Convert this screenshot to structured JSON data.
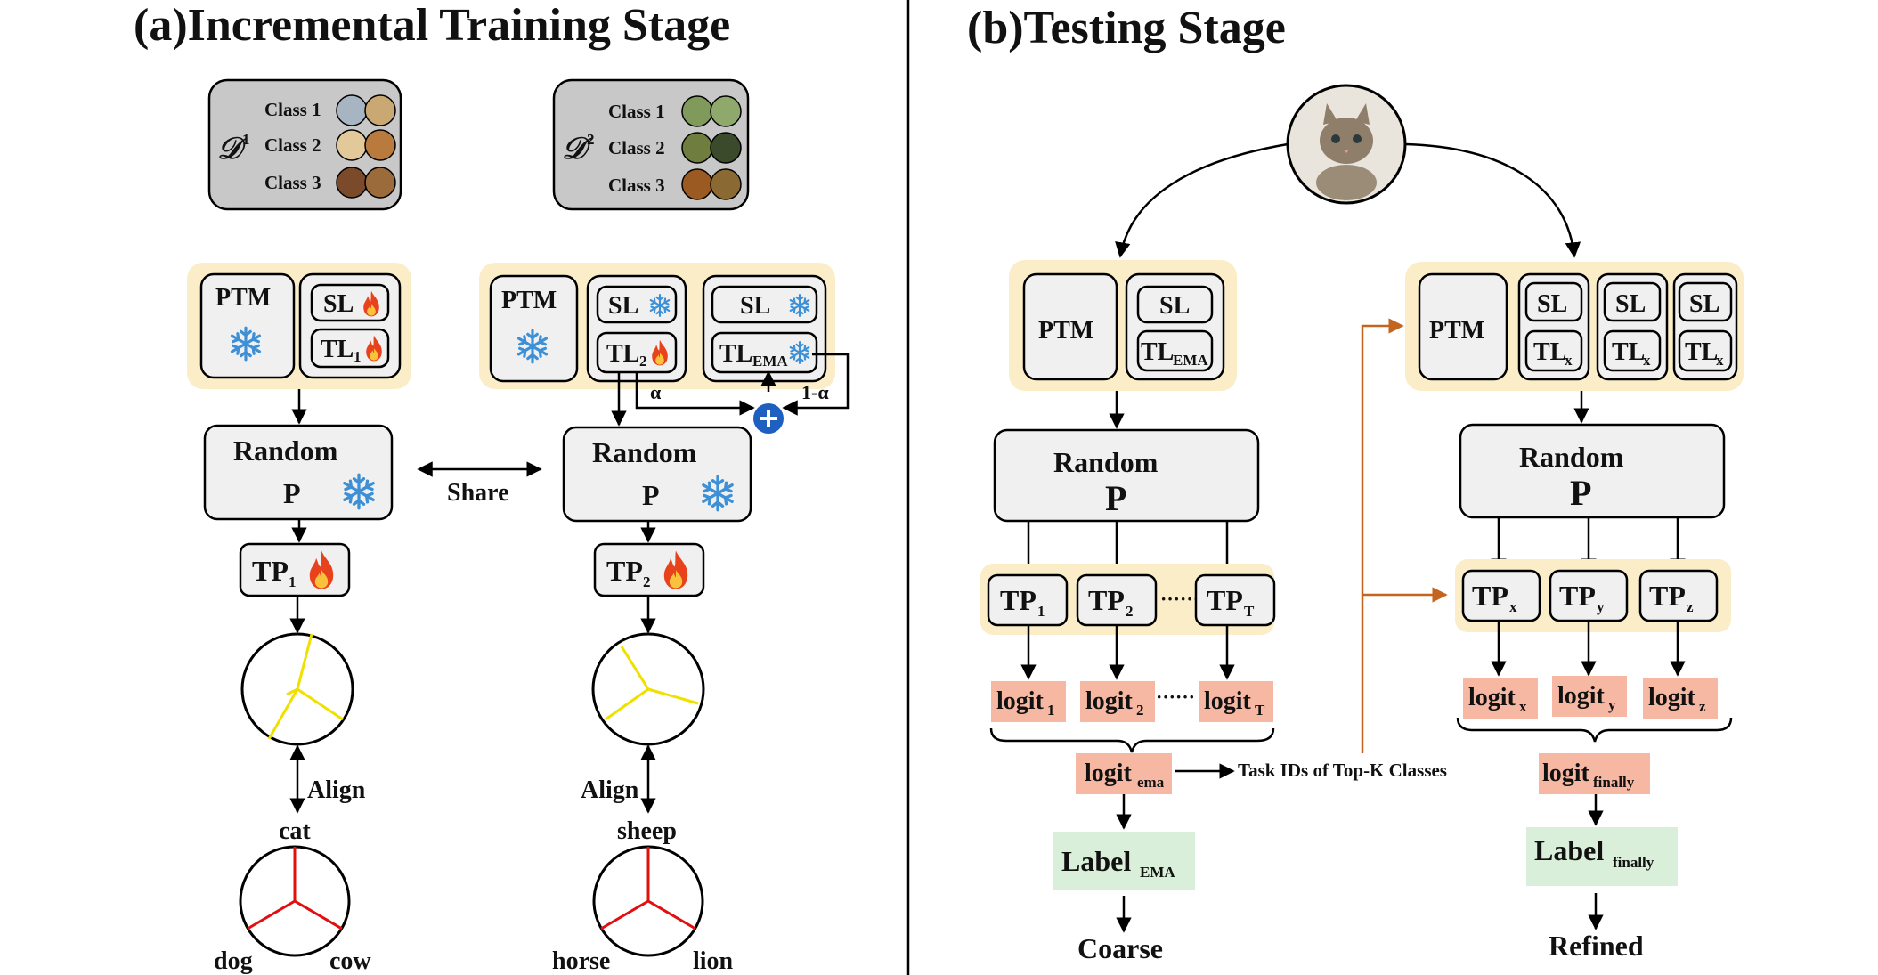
{
  "titles": {
    "a": "(a)Incremental Training Stage",
    "b": "(b)Testing Stage"
  },
  "datasets": {
    "d1": {
      "symbol": "𝒟",
      "sup": "1",
      "classes": [
        "Class 1",
        "Class 2",
        "Class 3"
      ]
    },
    "d2": {
      "symbol": "𝒟",
      "sup": "2",
      "classes": [
        "Class 1",
        "Class 2",
        "Class 3"
      ]
    }
  },
  "training": {
    "ptm": "PTM",
    "sl": "SL",
    "tl": "TL",
    "sub_1": "1",
    "sub_2": "2",
    "sub_ema": "EMA",
    "alpha": "α",
    "one_minus_alpha": "1-α",
    "random": "Random",
    "p": "P",
    "share": "Share",
    "tp": "TP",
    "align": "Align",
    "prototypes_1": [
      "cat",
      "dog",
      "cow"
    ],
    "prototypes_2": [
      "sheep",
      "horse",
      "lion"
    ]
  },
  "testing": {
    "ptm": "PTM",
    "sl": "SL",
    "tl": "TL",
    "sub_ema": "EMA",
    "sub_x": "x",
    "sub_y": "y",
    "sub_z": "z",
    "sub_1": "1",
    "sub_2": "2",
    "sub_t": "T",
    "random": "Random",
    "p": "P",
    "tp": "TP",
    "logit": "logit",
    "dots": "······",
    "sub_finally": "finally",
    "sub_ema_lower": "ema",
    "task_ids": "Task IDs of Top-K Classes",
    "label": "Label",
    "sub_label_ema": "EMA",
    "coarse": "Coarse",
    "refined": "Refined"
  },
  "colors": {
    "group_bg": "#fbedc8",
    "logit_bg": "#f6b8a3",
    "label_bg": "#d9efd9",
    "snowflake": "#3d8fd6",
    "fire": "#e8421c",
    "plus": "#1f5fbf",
    "yellow_line": "#f0e000",
    "red_line": "#e01010",
    "orange_arrow": "#c3651e"
  },
  "icons": {
    "frozen": "snowflake-icon",
    "trainable": "fire-icon",
    "merge": "plus-circle-icon",
    "input": "cat-photo"
  }
}
